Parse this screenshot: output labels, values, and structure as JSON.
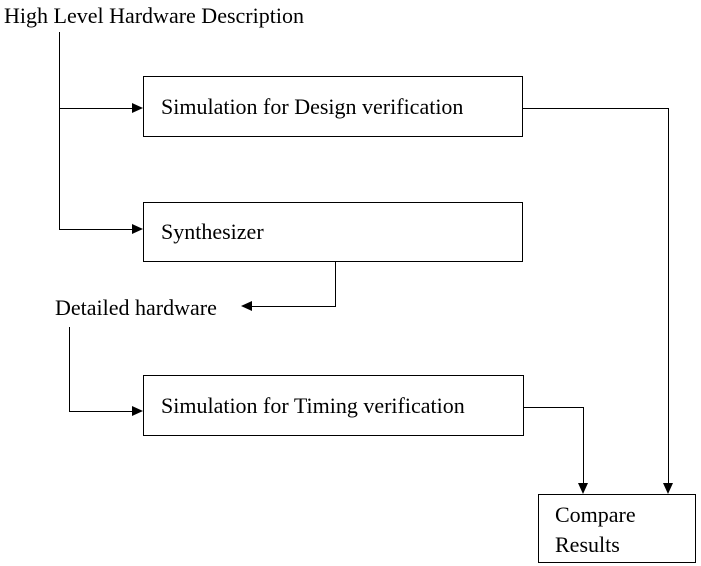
{
  "diagram": {
    "title": "High Level Hardware Description",
    "labels": {
      "detailed_hardware": "Detailed hardware"
    },
    "nodes": [
      {
        "id": "design-simulation",
        "label": "Simulation for Design verification"
      },
      {
        "id": "synthesizer",
        "label": "Synthesizer"
      },
      {
        "id": "timing-simulation",
        "label": "Simulation for Timing verification"
      },
      {
        "id": "compare-results",
        "label": "Compare Results"
      }
    ],
    "edges": [
      {
        "from": "high-level-hardware-description",
        "to": "design-simulation"
      },
      {
        "from": "high-level-hardware-description",
        "to": "synthesizer"
      },
      {
        "from": "synthesizer",
        "to": "detailed-hardware"
      },
      {
        "from": "detailed-hardware",
        "to": "timing-simulation"
      },
      {
        "from": "design-simulation",
        "to": "compare-results"
      },
      {
        "from": "timing-simulation",
        "to": "compare-results"
      }
    ],
    "colors": {
      "line": "#000000",
      "text": "#000000",
      "background": "#ffffff",
      "box_fill": "#ffffff"
    }
  }
}
